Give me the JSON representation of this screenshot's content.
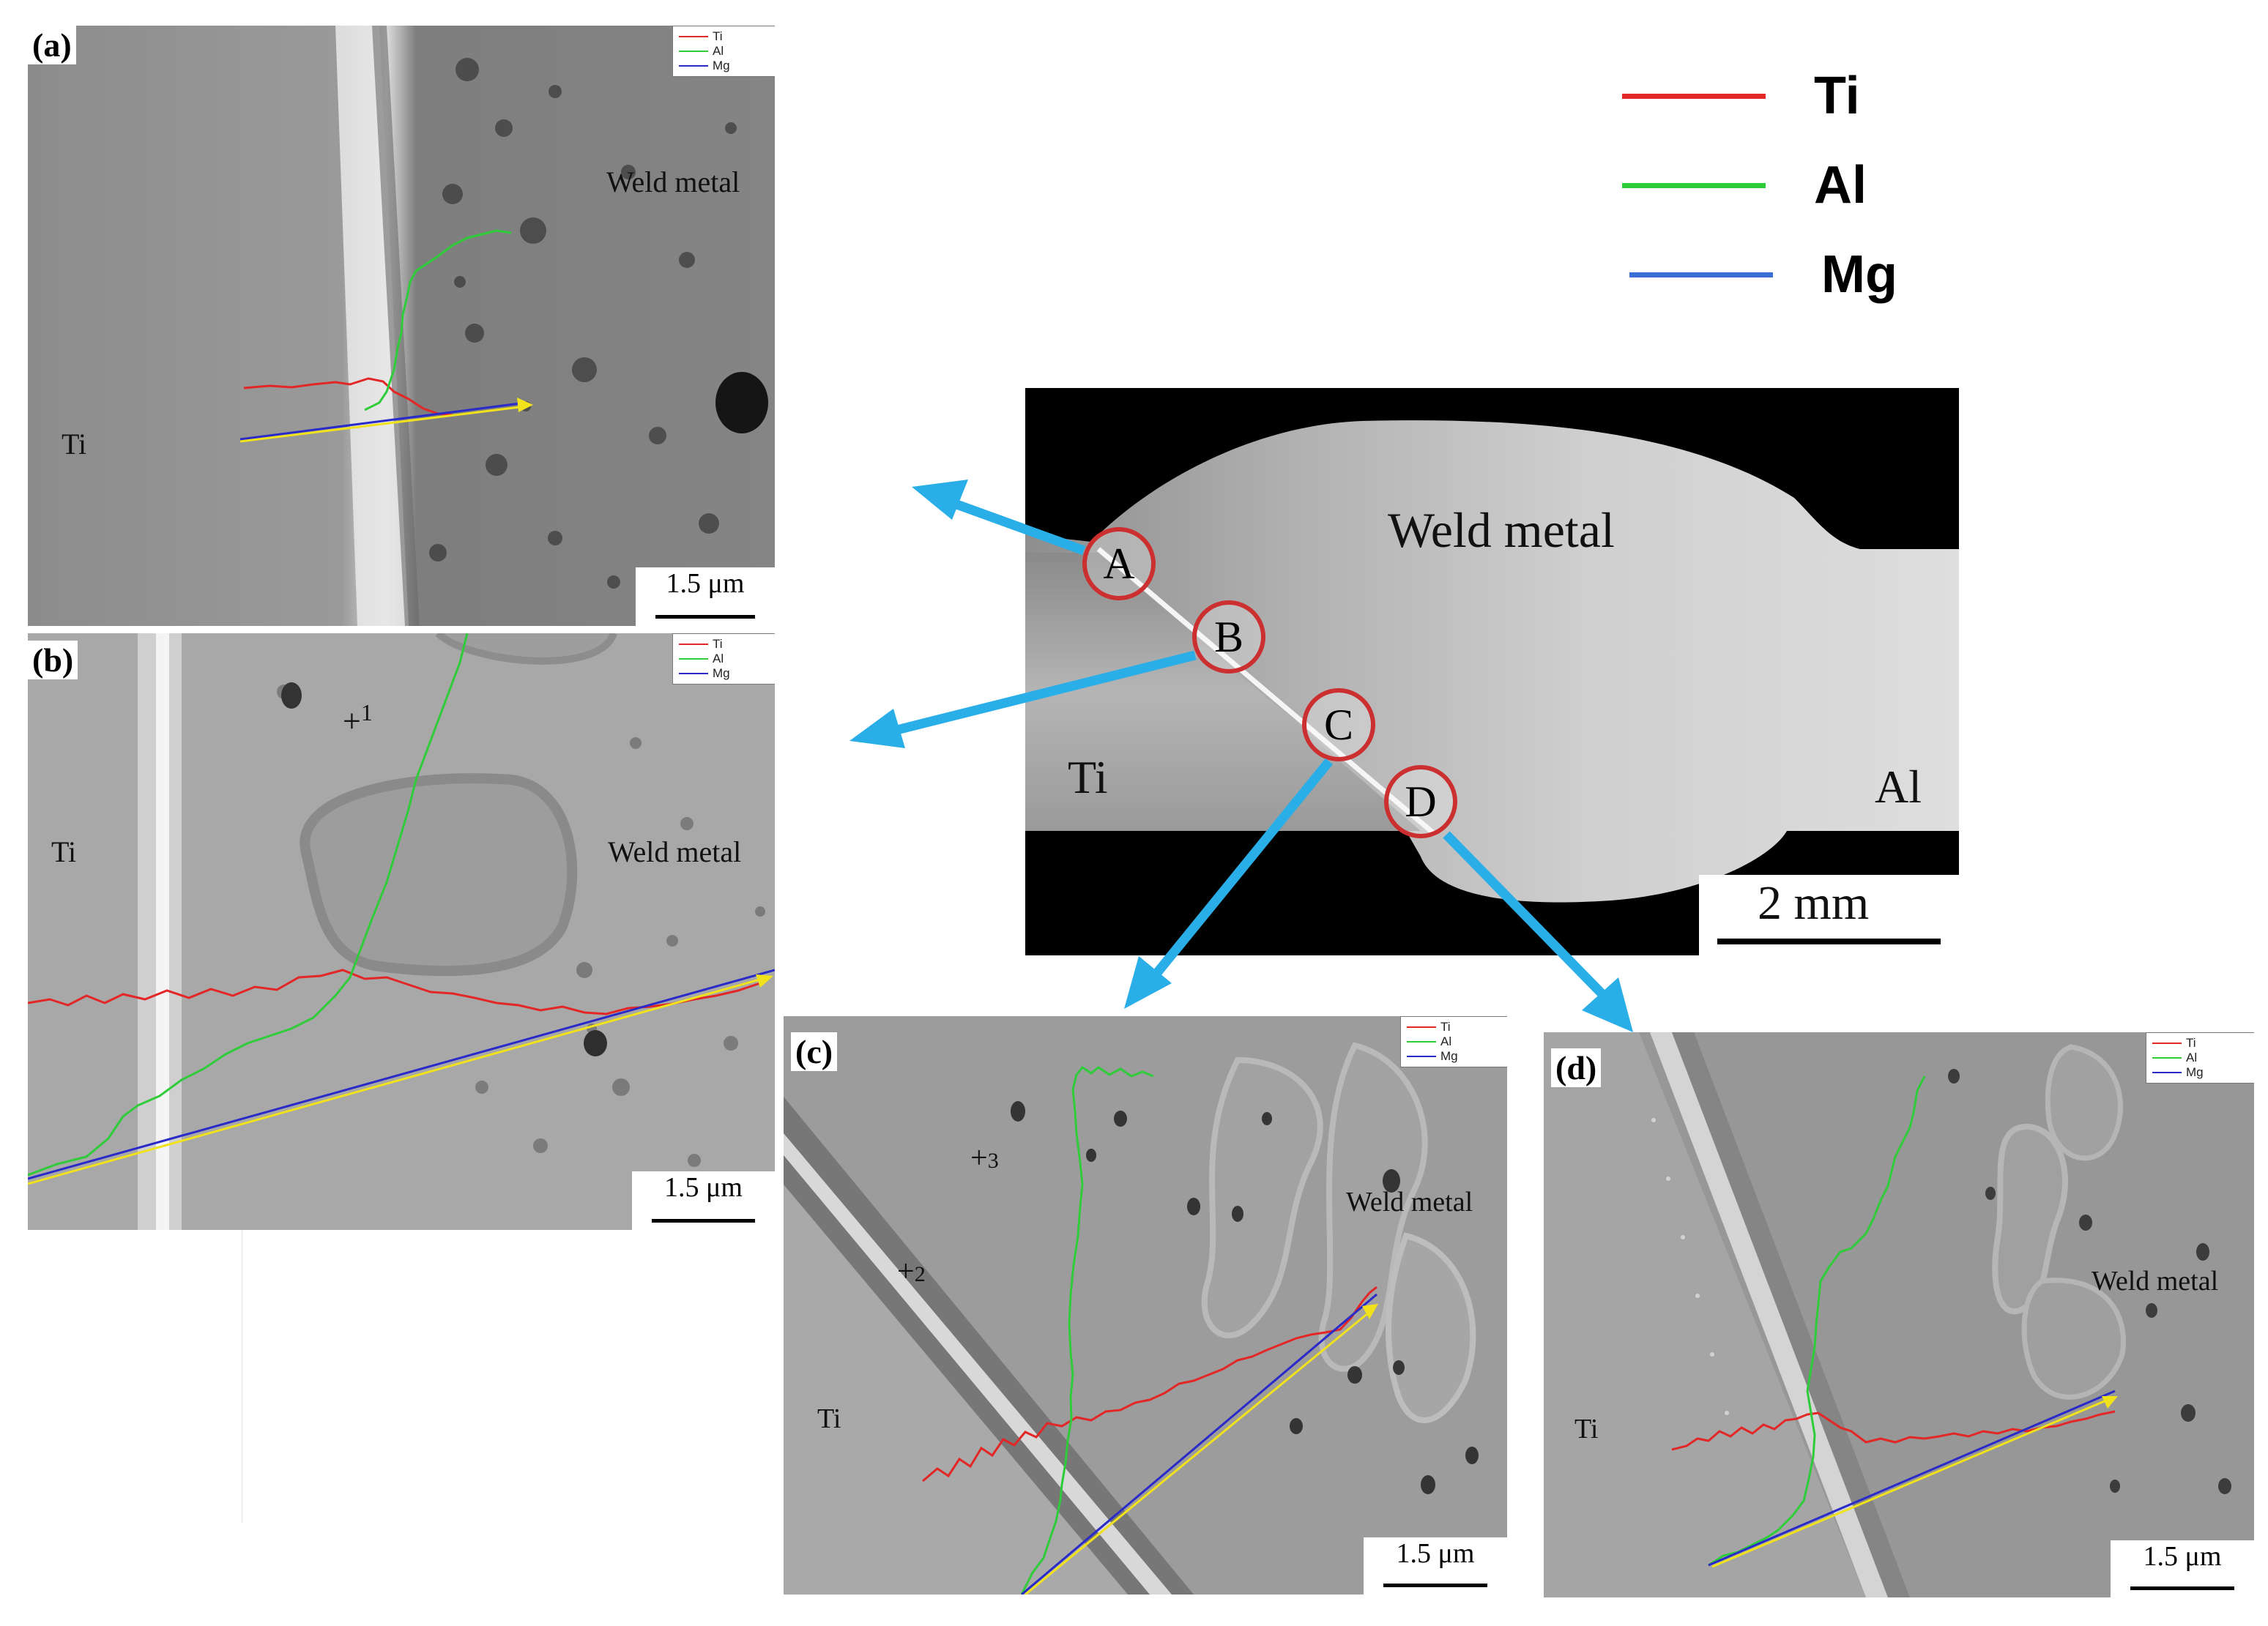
{
  "legend": {
    "items": [
      {
        "label": "Ti",
        "color": "#e32626"
      },
      {
        "label": "Al",
        "color": "#2fcc3a"
      },
      {
        "label": "Mg",
        "color": "#3c6fd6"
      }
    ]
  },
  "colors": {
    "ti_line": "#e32626",
    "al_line": "#2fcc3a",
    "mg_line": "#2a2ac9",
    "scan_arrow": "#f2e21c",
    "pointer_arrow": "#2aaee8",
    "marker_ring": "#cc2f2f"
  },
  "overview": {
    "labels": {
      "weld": "Weld metal",
      "ti": "Ti",
      "al": "Al"
    },
    "markers": [
      "A",
      "B",
      "C",
      "D"
    ],
    "scale_text": "2 mm"
  },
  "panels": {
    "a": {
      "tag": "(a)",
      "scale": "1.5 μm",
      "label_ti": "Ti",
      "label_weld": "Weld metal",
      "legend": [
        "Ti",
        "Al",
        "Mg"
      ]
    },
    "b": {
      "tag": "(b)",
      "scale": "1.5 μm",
      "label_ti": "Ti",
      "label_weld": "Weld metal",
      "point": "1",
      "legend": [
        "Ti",
        "Al",
        "Mg"
      ]
    },
    "c": {
      "tag": "(c)",
      "scale": "1.5 μm",
      "label_ti": "Ti",
      "label_weld": "Weld metal",
      "points": [
        "3",
        "2"
      ],
      "legend": [
        "Ti",
        "Al",
        "Mg"
      ]
    },
    "d": {
      "tag": "(d)",
      "scale": "1.5 μm",
      "label_ti": "Ti",
      "label_weld": "Weld metal",
      "legend": [
        "Ti",
        "Al",
        "Mg"
      ]
    }
  }
}
